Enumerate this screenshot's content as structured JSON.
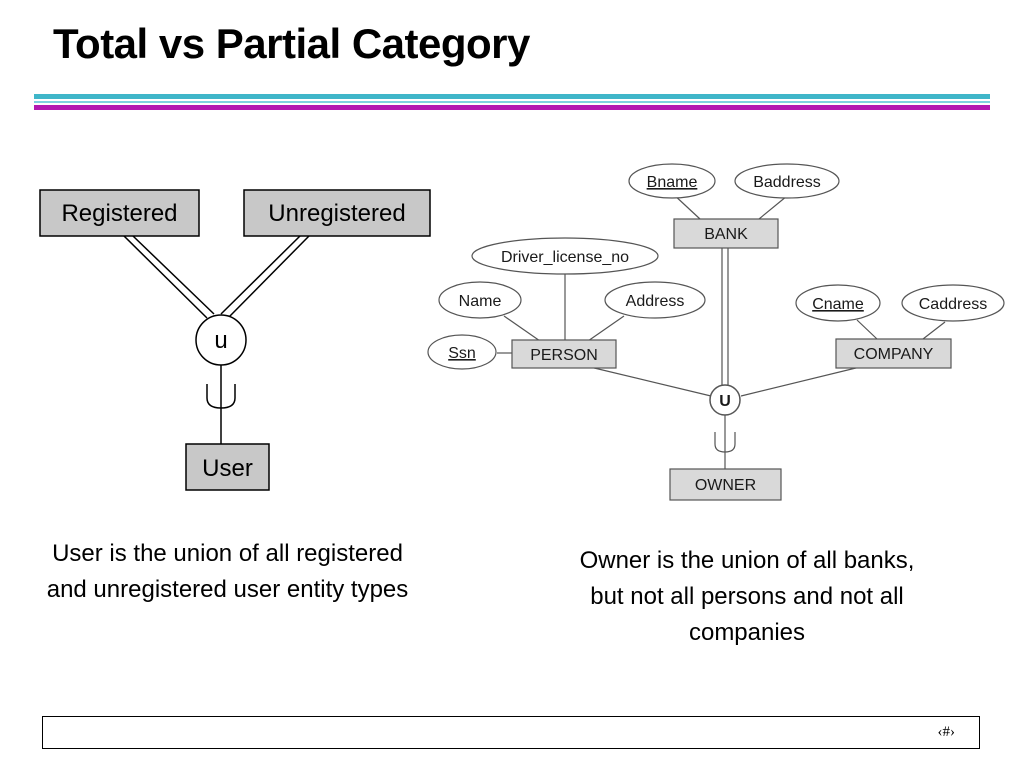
{
  "slide": {
    "title": "Total vs Partial Category",
    "page_number": "‹#›"
  },
  "colors": {
    "rule_cyan": "#3fb6c9",
    "rule_magenta": "#b31ab0",
    "entity_fill": "#c8c8c8",
    "er_entity_fill": "#d9d9d9"
  },
  "left_diagram": {
    "superclasses": [
      "Registered",
      "Unregistered"
    ],
    "union_symbol": "u",
    "category": "User",
    "participation": "total",
    "caption": "User is the union of all registered and unregistered user entity types"
  },
  "right_diagram": {
    "entities": {
      "bank": "BANK",
      "person": "PERSON",
      "company": "COMPANY",
      "owner": "OWNER"
    },
    "attributes": {
      "bank": [
        "Bname",
        "Baddress"
      ],
      "person": [
        "Driver_license_no",
        "Name",
        "Address",
        "Ssn"
      ],
      "company": [
        "Cname",
        "Caddress"
      ]
    },
    "key_attributes": [
      "Bname",
      "Ssn",
      "Cname"
    ],
    "union_symbol": "U",
    "participation": {
      "bank": "total",
      "person": "partial",
      "company": "partial"
    },
    "caption": "Owner is the union of all banks, but not all persons and not all companies"
  }
}
